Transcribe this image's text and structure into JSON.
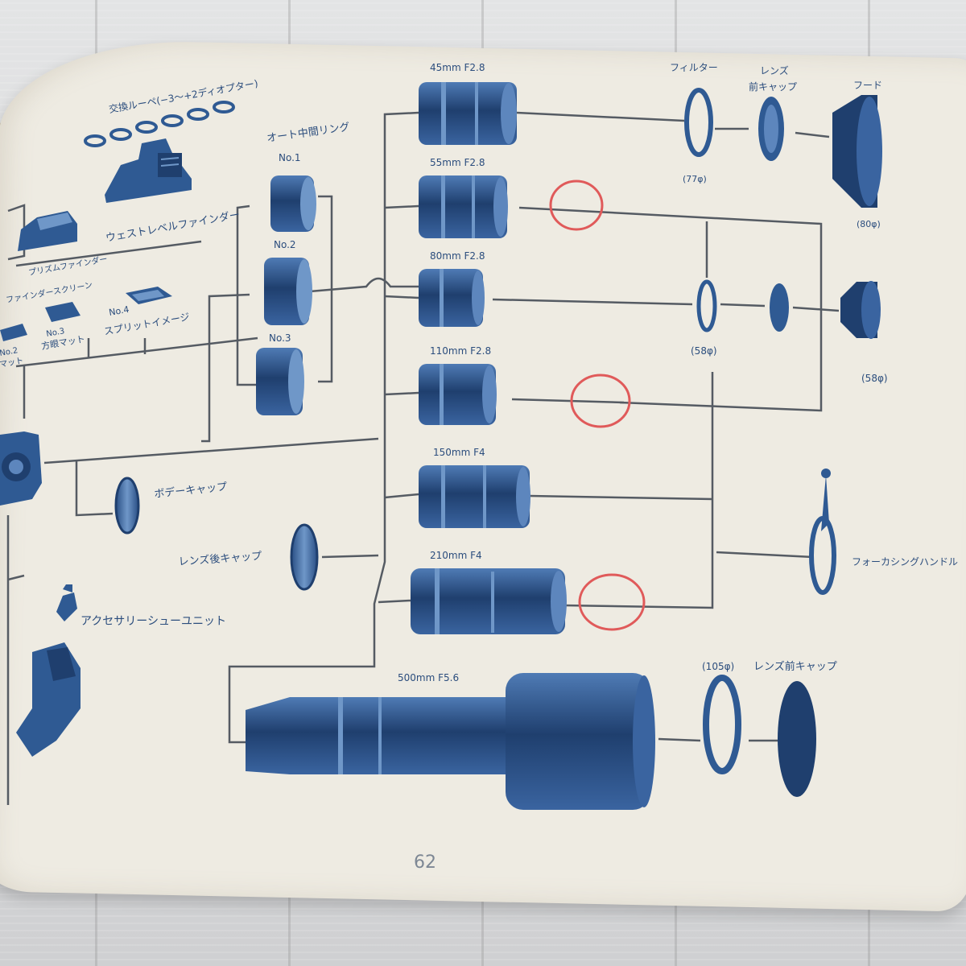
{
  "page_number": "62",
  "colors": {
    "ink_blue": "#2f5a93",
    "dark_blue": "#1f3f6e",
    "mark_red": "#e05a5a",
    "line": "#555b63"
  },
  "labels": {
    "magnifier": "交換ルーペ(−3〜+2ディオプター)",
    "waist_finder": "ウェストレベルファインダー",
    "prism_finder": "プリズムファインダー",
    "screen": "ファインダースクリーン",
    "no4": "No.4",
    "split": "スプリットイメージ",
    "no3": "No.3",
    "grid_matte": "方眼マット",
    "no2_s": "No.2",
    "matte": "マット",
    "ext_ring": "オート中間リング",
    "ring_no1": "No.1",
    "ring_no2": "No.2",
    "ring_no3": "No.3",
    "body_cap": "ボデーキャップ",
    "rear_cap": "レンズ後キャップ",
    "shoe_unit": "アクセサリーシューユニット",
    "filter": "フィルター",
    "lens": "レンズ",
    "front_cap": "前キャップ",
    "hood": "フード",
    "d77": "(77φ)",
    "d80": "(80φ)",
    "d58a": "(58φ)",
    "d58b": "(58φ)",
    "d105": "(105φ)",
    "front_cap_2": "レンズ前キャップ",
    "focus_handle": "フォーカシングハンドル"
  },
  "lenses": [
    {
      "label": "45mm F2.8"
    },
    {
      "label": "55mm F2.8"
    },
    {
      "label": "80mm F2.8"
    },
    {
      "label": "110mm F2.8"
    },
    {
      "label": "150mm F4"
    },
    {
      "label": "210mm F4"
    },
    {
      "label": "500mm F5.6"
    }
  ]
}
